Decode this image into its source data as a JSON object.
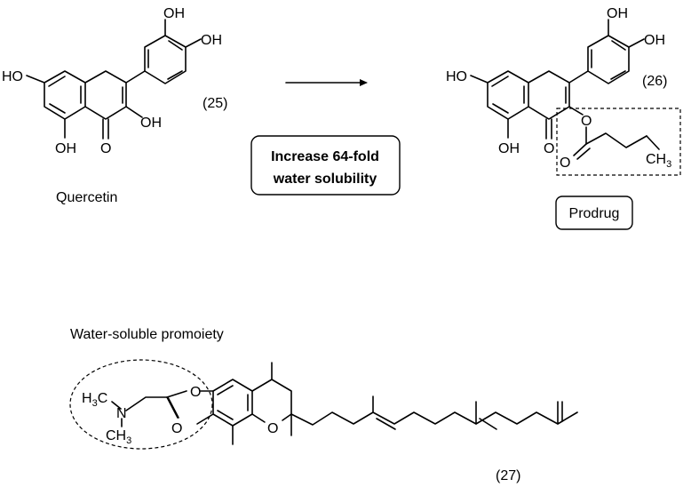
{
  "scheme_top": {
    "reactant": {
      "name": "Quercetin",
      "number": "(25)",
      "atoms": {
        "oh_top": "OH",
        "oh_right": "OH",
        "ho_left": "HO",
        "oh_c2": "OH",
        "oh_bottom": "OH",
        "o_carbonyl": "O"
      }
    },
    "reaction_label_line1": "Increase 64-fold",
    "reaction_label_line2": "water solubility",
    "product": {
      "number": "(26)",
      "label": "Prodrug",
      "atoms": {
        "oh_top": "OH",
        "oh_right": "OH",
        "ho_left": "HO",
        "oh_bottom": "OH",
        "o_carbonyl": "O",
        "o_ester": "O",
        "o_acyl": "O",
        "ch3": "CH",
        "ch3_sub": "3"
      }
    }
  },
  "scheme_bottom": {
    "promoiety_label": "Water-soluble promoiety",
    "number": "(27)",
    "atoms": {
      "h3c": "H",
      "h3c_sub": "3",
      "h3c_c": "C",
      "n": "N",
      "ch3": "CH",
      "ch3_sub": "3",
      "o_ester": "O",
      "o_carbonyl": "O",
      "o_ring": "O"
    }
  }
}
